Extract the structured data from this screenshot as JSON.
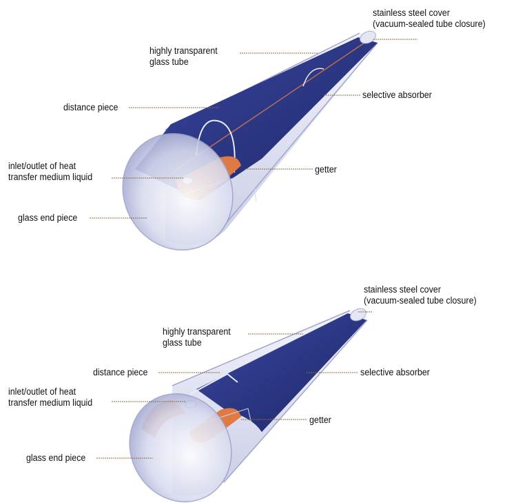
{
  "diagrams": [
    {
      "labels": {
        "steel_cover": [
          "stainless steel cover",
          "(vacuum-sealed tube closure)"
        ],
        "glass_tube": [
          "highly transparent",
          "glass tube"
        ],
        "absorber": "selective absorber",
        "distance_piece": "distance piece",
        "inlet_outlet": [
          "inlet/outlet of heat",
          "transfer medium liquid"
        ],
        "getter": "getter",
        "end_piece": "glass end piece"
      }
    },
    {
      "labels": {
        "steel_cover": [
          "stainless steel cover",
          "(vacuum-sealed tube closure)"
        ],
        "glass_tube": [
          "highly transparent",
          "glass tube"
        ],
        "absorber": "selective absorber",
        "distance_piece": "distance piece",
        "inlet_outlet": [
          "inlet/outlet of heat",
          "transfer medium liquid"
        ],
        "getter": "getter",
        "end_piece": "glass end piece"
      }
    }
  ],
  "colors": {
    "absorber": "#2e3a8c",
    "copper": "#e07a45",
    "glass": "#c9cde6",
    "leader": "#8a6a3a"
  }
}
